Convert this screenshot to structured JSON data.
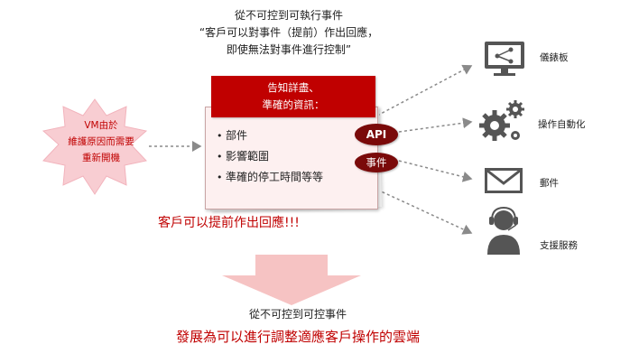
{
  "top_caption": [
    "從不可控到可執行事件",
    "“客戶可以對事件（提前）作出回應，",
    "即使無法對事件進行控制”"
  ],
  "vm_notice": [
    "VM由於",
    "維護原因而需要",
    "重新開機"
  ],
  "banner": [
    "告知詳盡、",
    "準確的資訊："
  ],
  "card_items": [
    "部件",
    "影響範圍",
    "準確的停工時間等等"
  ],
  "pills": {
    "api": "API",
    "event": "事件"
  },
  "red_statement": "客戶可以提前作出回應!!!",
  "targets": [
    {
      "label": "儀錶板",
      "icon": "dashboard-monitor-icon"
    },
    {
      "label": "操作自動化",
      "icon": "gears-icon"
    },
    {
      "label": "郵件",
      "icon": "envelope-icon"
    },
    {
      "label": "支援服務",
      "icon": "support-agent-icon"
    }
  ],
  "bottom_caption": "從不可控到可控事件",
  "bottom_statement": "發展為可以進行調整適應客戶操作的雲端",
  "colors": {
    "accent_red": "#c00000",
    "dark_red": "#7a0a0a",
    "star_pink": "#f8cdd2",
    "arrow_pink": "#f6c3c3",
    "icon_gray": "#555555"
  }
}
